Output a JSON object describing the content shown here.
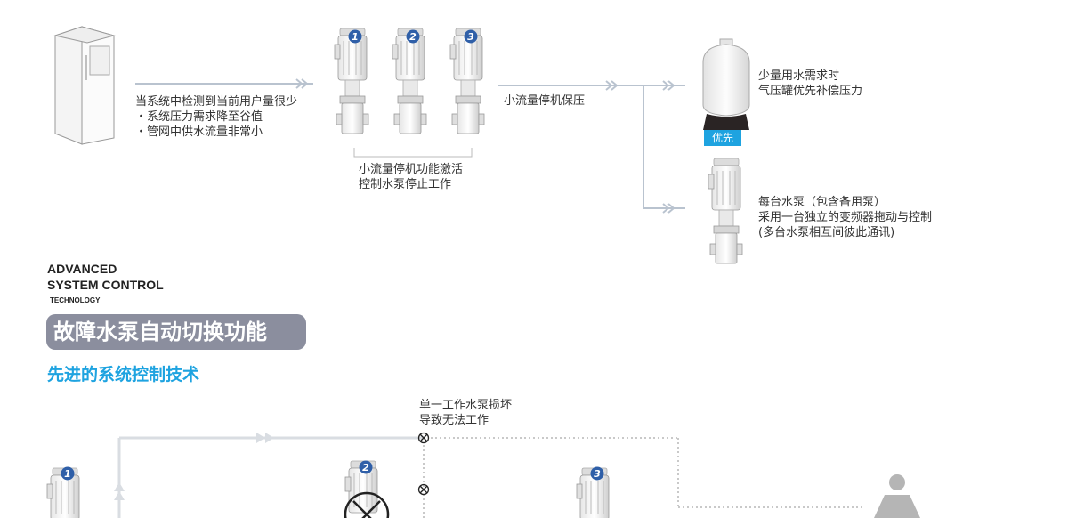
{
  "top": {
    "left_note": [
      "当系统中检测到当前用户量很少",
      "・系统压力需求降至谷值",
      "・管网中供水流量非常小"
    ],
    "pump_numbers": [
      "1",
      "2",
      "3"
    ],
    "pump_note": [
      "小流量停机功能激活",
      "控制水泵停止工作"
    ],
    "flow_label": "小流量停机保压",
    "tank_note": [
      "少量用水需求时",
      "气压罐优先补偿压力"
    ],
    "tank_badge": "优先",
    "pump_side_note": [
      "每台水泵（包含备用泵）",
      "采用一台独立的变频器拖动与控制",
      "(多台水泵相互间彼此通讯)"
    ]
  },
  "brand": {
    "line1": "ADVANCED",
    "line2": "SYSTEM CONTROL",
    "line3": "TECHNOLOGY"
  },
  "section": {
    "title": "故障水泵自动切换功能",
    "subtitle": "先进的系统控制技术"
  },
  "bottom": {
    "fault_note": [
      "单一工作水泵损坏",
      "导致无法工作"
    ],
    "pump_numbers": [
      "1",
      "2",
      "3"
    ]
  },
  "colors": {
    "accent": "#1ea3e0",
    "pill": "#8b8e9e",
    "line": "#b9c3cf",
    "badge_num": "#2f5fa8"
  }
}
